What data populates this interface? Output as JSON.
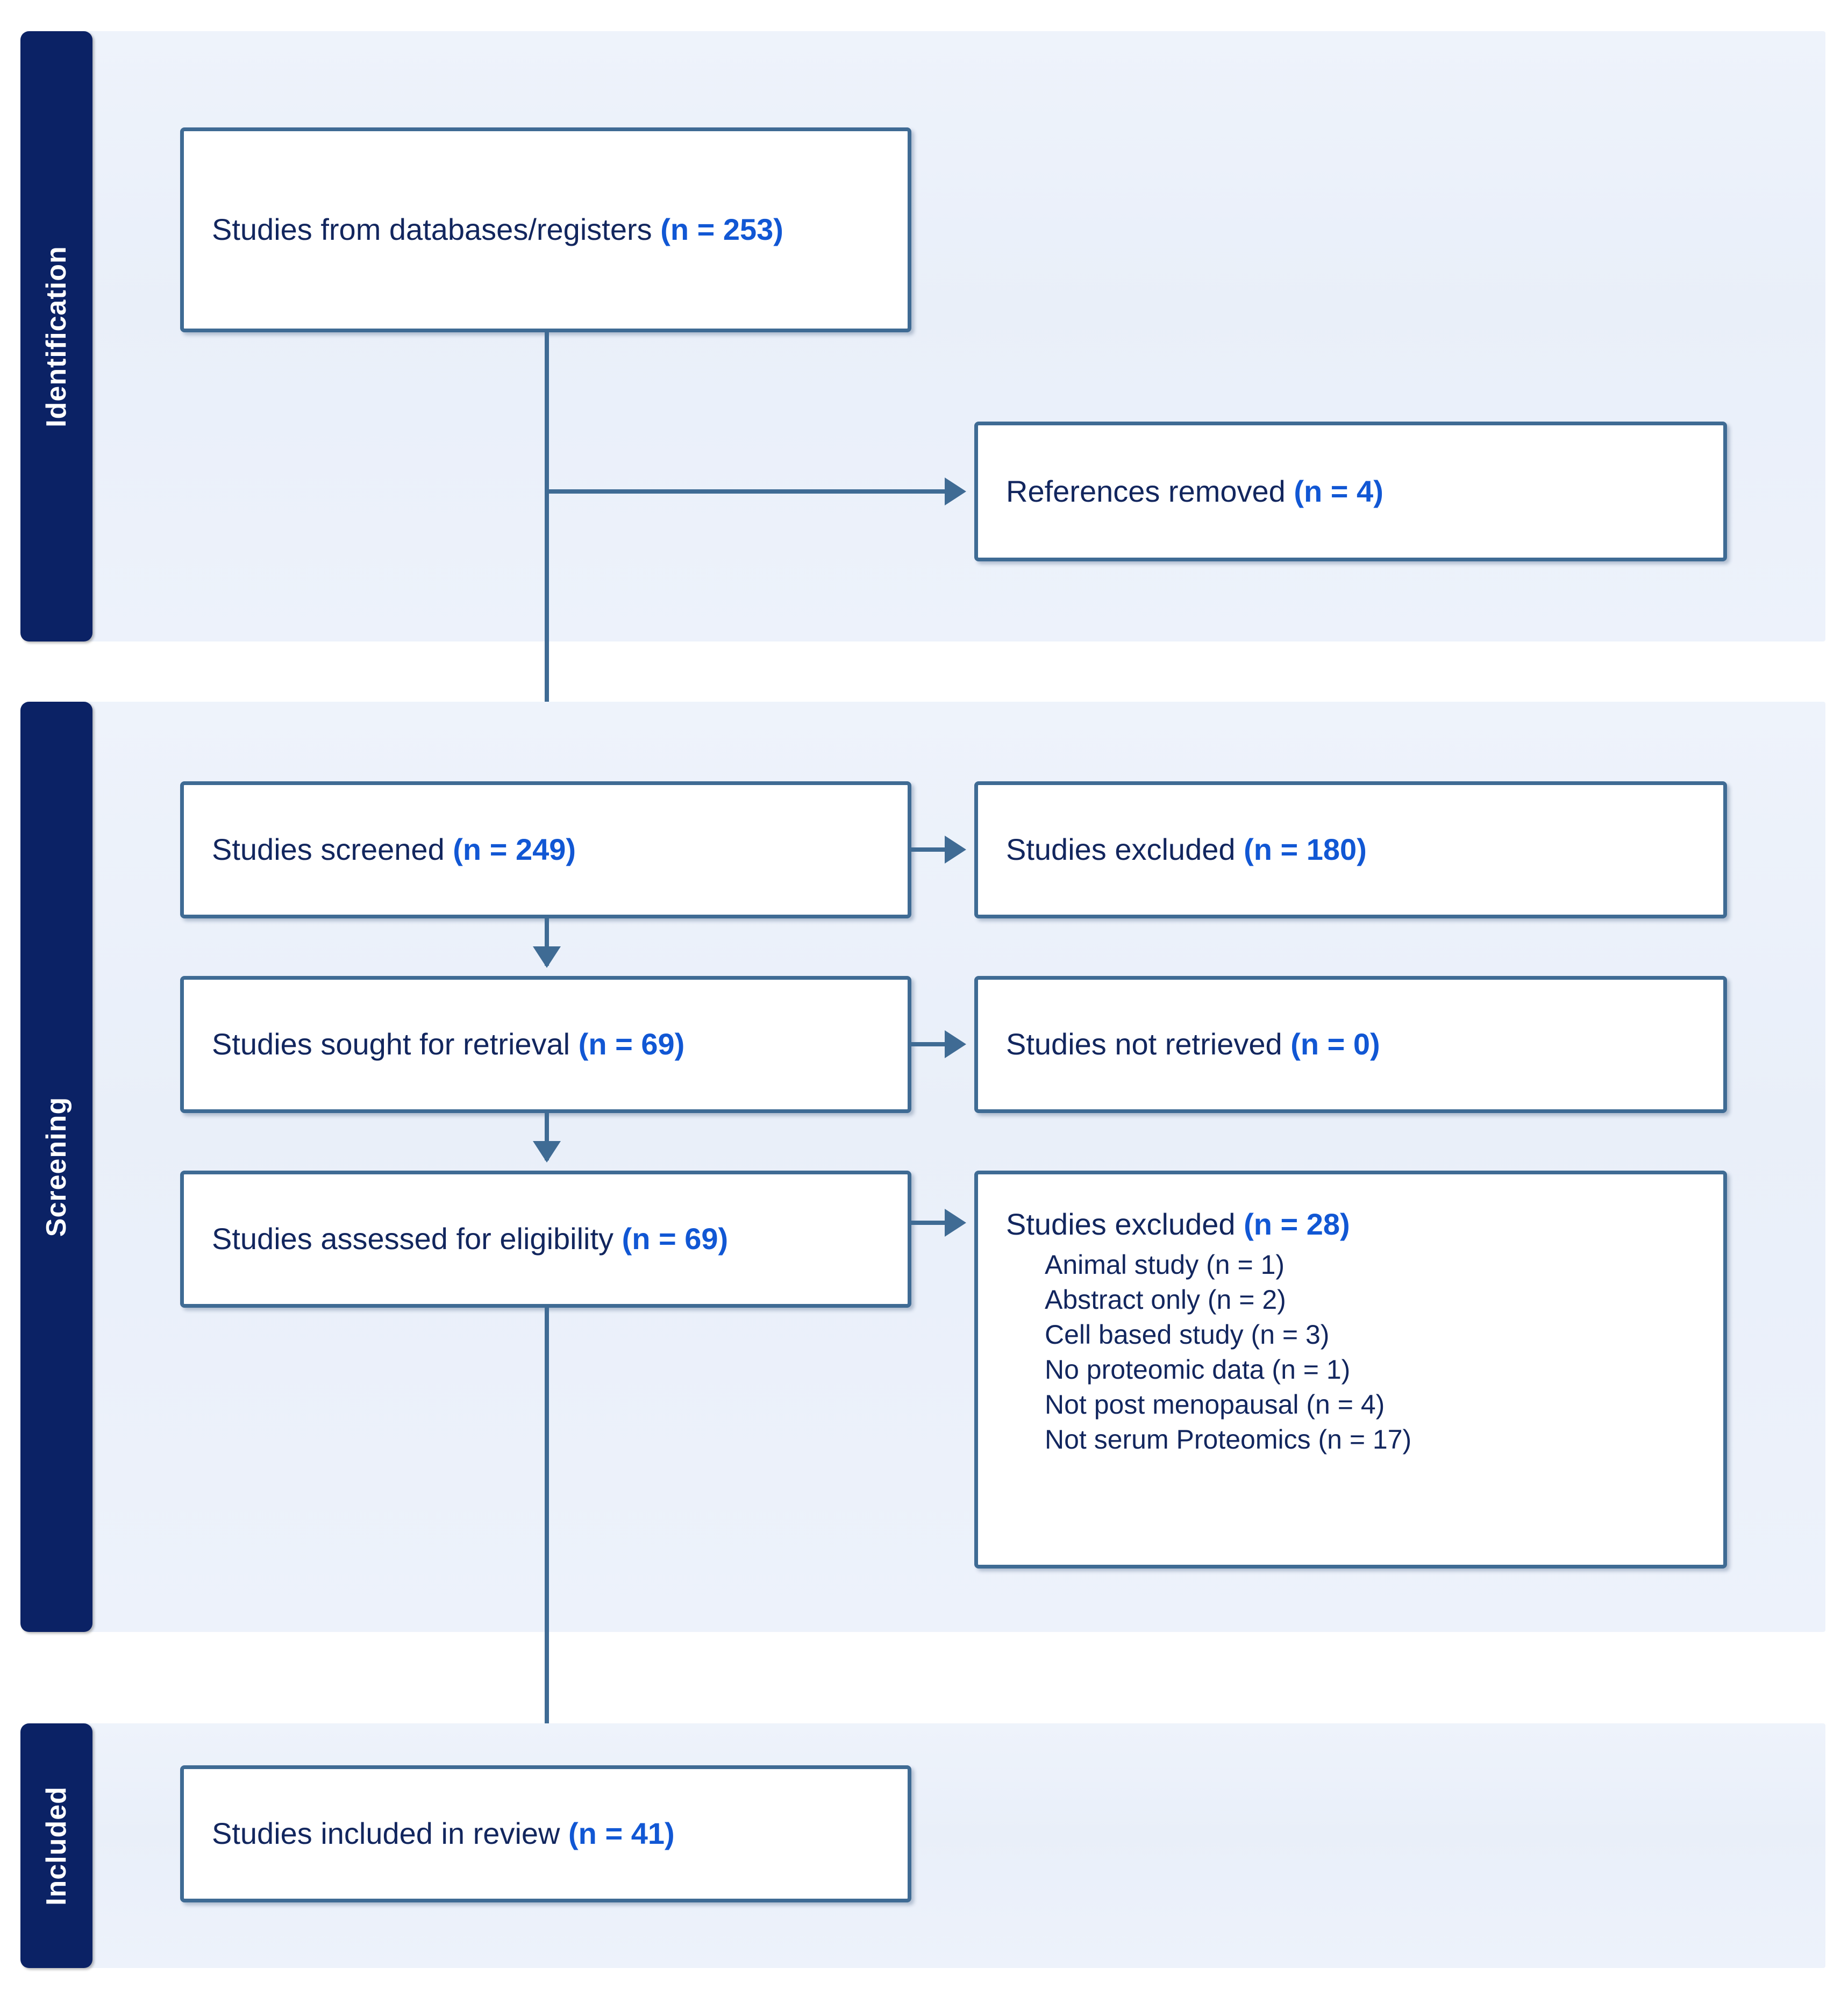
{
  "diagram": {
    "type": "prisma-flow-diagram",
    "accent_border": "#3f6b94",
    "stage_tab_color": "#0b2265",
    "panel_color": "#eaf0fa",
    "text_color": "#12265e",
    "count_color": "#1157d4"
  },
  "stages": [
    {
      "id": "identification",
      "label": "Identification"
    },
    {
      "id": "screening",
      "label": "Screening"
    },
    {
      "id": "included",
      "label": "Included"
    }
  ],
  "boxes": {
    "databases": {
      "name": "studies-from-databases",
      "text": "Studies from databases/registers ",
      "count": "(n = 253)"
    },
    "references_removed": {
      "name": "references-removed",
      "text": "References removed ",
      "count": "(n = 4)"
    },
    "screened": {
      "name": "studies-screened",
      "text": "Studies screened ",
      "count": "(n = 249)"
    },
    "excluded_screened": {
      "name": "studies-excluded-screened",
      "text": "Studies excluded ",
      "count": "(n = 180)"
    },
    "sought": {
      "name": "studies-sought-for-retrieval",
      "text": "Studies sought for retrieval ",
      "count": "(n = 69)"
    },
    "not_retrieved": {
      "name": "studies-not-retrieved",
      "text": "Studies not retrieved ",
      "count": "(n = 0)"
    },
    "assessed": {
      "name": "studies-assessed-for-eligibility",
      "text": "Studies assessed for eligibility ",
      "count": "(n = 69)"
    },
    "excluded_eligibility": {
      "name": "studies-excluded-eligibility",
      "text": "Studies excluded ",
      "count": "(n = 28)",
      "reasons": [
        "Animal study (n = 1)",
        "Abstract only (n = 2)",
        "Cell based study (n = 3)",
        "No proteomic data (n = 1)",
        "Not post menopausal (n = 4)",
        "Not serum Proteomics (n = 17)"
      ]
    },
    "included": {
      "name": "studies-included-in-review",
      "text": "Studies included in review ",
      "count": "(n = 41)"
    }
  }
}
